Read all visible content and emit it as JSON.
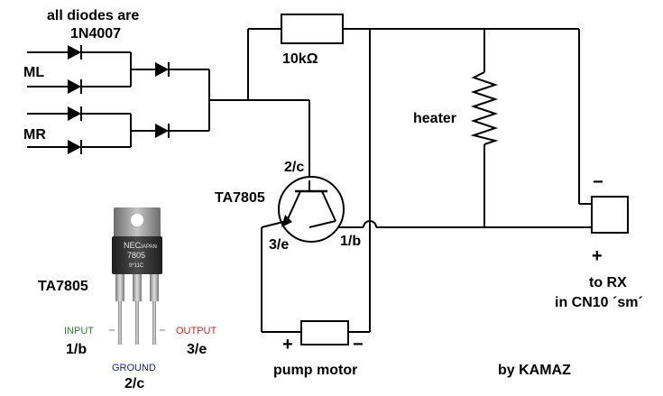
{
  "labels": {
    "note_line1": "all diodes are",
    "note_line2": "1N4007",
    "ml": "ML",
    "mr": "MR",
    "resistor": "10kΩ",
    "heater": "heater",
    "collector": "2/c",
    "transistor": "TA7805",
    "emitter": "3/e",
    "base": "1/b",
    "minus_rx": "−",
    "plus_rx": "+",
    "to_rx_line1": "to RX",
    "to_rx_line2": "in CN10 ´sm´",
    "plus_motor": "+",
    "minus_motor": "−",
    "pump_motor": "pump motor",
    "author": "by KAMAZ"
  },
  "package": {
    "name": "TA7805",
    "marking_brand": "NEC",
    "marking_origin": "JAPAN",
    "marking_part": "7805",
    "marking_code": "9*11C",
    "input_label": "INPUT",
    "input_pin": "1/b",
    "output_label": "OUTPUT",
    "output_pin": "3/e",
    "ground_label": "GROUND",
    "ground_pin": "2/c",
    "colors": {
      "input": "#2e7d32",
      "output": "#c62828",
      "ground": "#1a237e"
    }
  }
}
